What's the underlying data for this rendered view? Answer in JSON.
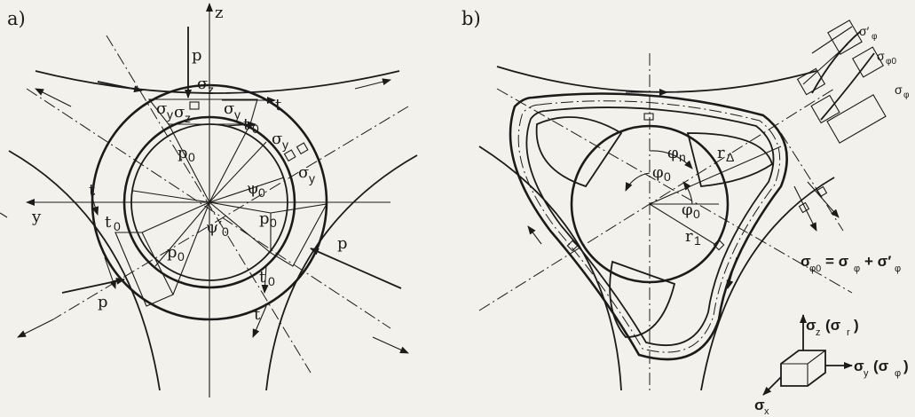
{
  "panels": {
    "a": {
      "tag": "a)"
    },
    "b": {
      "tag": "b)"
    }
  },
  "labels_a": {
    "z": "z",
    "y": "y",
    "p_top": "p",
    "p_right": "p",
    "p_left": "p",
    "p0_top": "p",
    "p0_right": "p",
    "p0_bottom": "p",
    "sub0": "0",
    "t_top": "t",
    "t_left": "t",
    "t_bottom": "t",
    "t0_top": "t",
    "t0_left": "t",
    "t0_bottom": "t",
    "sigma_z": "σ",
    "sigma_z2": "σ",
    "sigma_y": "σ",
    "sigma_y2": "σ",
    "sigma_y3": "σ",
    "sigma_y4": "σ",
    "sub_z": "z",
    "sub_y": "y",
    "psi0": "ψ",
    "psi0p": "ψ′"
  },
  "labels_b": {
    "phi_n": "φ",
    "sub_n": "n",
    "phi0_a": "φ",
    "phi0_b": "φ",
    "sub0": "0",
    "r_delta": "r",
    "sub_delta": "Δ",
    "r1": "r",
    "sub_1": "1",
    "sigma_phi_p": "σ′",
    "sigma_phi0": "σ",
    "sigma_phi": "σ",
    "sub_phi": "φ",
    "sub_phi0": "φ0",
    "formula_lhs": "σ",
    "formula_eq": "= σ",
    "formula_plus": "+ σ′",
    "formula_sub_lhs": "φ0",
    "formula_sub_1": "φ",
    "formula_sub_2": "φ",
    "axis_z": "σ",
    "axis_z_sub": "z",
    "axis_z_paren": "(σ",
    "axis_z_paren_sub": "r",
    "axis_y": "σ",
    "axis_y_sub": "y",
    "axis_y_paren": "(σ",
    "axis_y_paren_sub": "φ",
    "axis_x": "σ",
    "axis_x_sub": "x",
    "close_paren": ")"
  }
}
